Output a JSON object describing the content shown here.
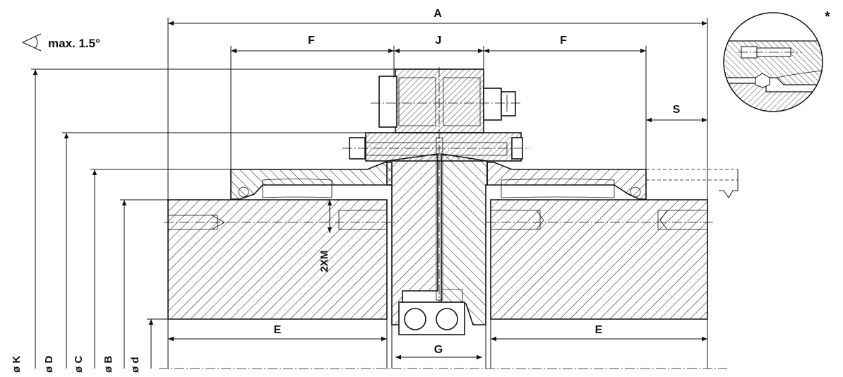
{
  "dimensions": {
    "A": "A",
    "F_left": "F",
    "J": "J",
    "F_right": "F",
    "S": "S",
    "E_left": "E",
    "E_right": "E",
    "G": "G",
    "twoXM": "2XM"
  },
  "angle_note": "max. 1.5°",
  "asterisk": "*",
  "diameters": [
    "ø K",
    "ø D",
    "ø C",
    "ø B",
    "ø d"
  ]
}
